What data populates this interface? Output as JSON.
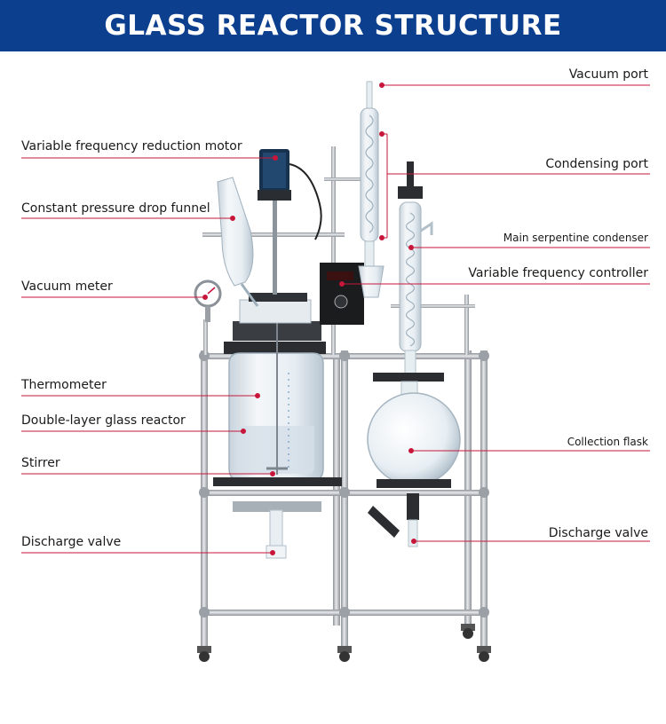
{
  "title": "GLASS REACTOR STRUCTURE",
  "colors": {
    "banner": "#0d3f8f",
    "leader": "#c8163b",
    "frame": "#b4b8bd",
    "glass": "#dfe8ef"
  },
  "labels_left": [
    {
      "id": "motor",
      "text": "Variable frequency reduction motor"
    },
    {
      "id": "funnel",
      "text": "Constant pressure drop funnel"
    },
    {
      "id": "vacuum-meter",
      "text": "Vacuum meter"
    },
    {
      "id": "thermometer",
      "text": "Thermometer"
    },
    {
      "id": "reactor",
      "text": "Double-layer glass reactor"
    },
    {
      "id": "stirrer",
      "text": "Stirrer"
    },
    {
      "id": "discharge-left",
      "text": "Discharge valve"
    }
  ],
  "labels_right": [
    {
      "id": "vacuum-port",
      "text": "Vacuum port"
    },
    {
      "id": "condensing-port",
      "text": "Condensing port"
    },
    {
      "id": "serpentine",
      "text": "Main serpentine condenser"
    },
    {
      "id": "controller",
      "text": "Variable frequency controller"
    },
    {
      "id": "collection",
      "text": "Collection flask"
    },
    {
      "id": "discharge-right",
      "text": "Discharge valve"
    }
  ]
}
